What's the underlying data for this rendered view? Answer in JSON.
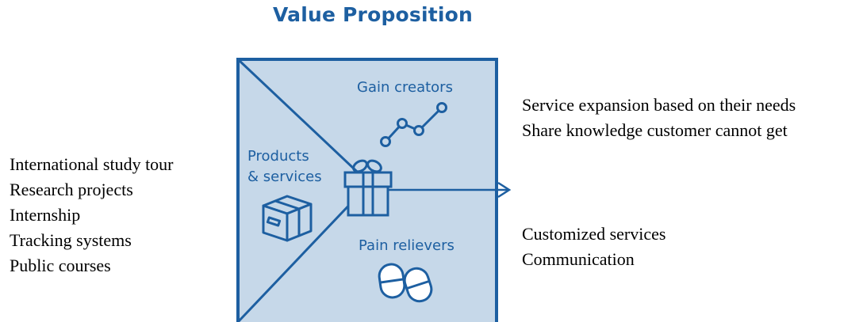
{
  "title": "Value Proposition",
  "canvas": {
    "gain_creators_label": "Gain creators",
    "products_services_label_line1": "Products",
    "products_services_label_line2": "& services",
    "pain_relievers_label": "Pain relievers"
  },
  "products_and_services": [
    "International study tour",
    "Research projects",
    "Internship",
    "Tracking systems",
    "Public courses"
  ],
  "gain_creators": [
    "Service expansion based on their needs",
    "Share knowledge customer cannot get"
  ],
  "pain_relievers": [
    "Customized services",
    "Communication"
  ],
  "colors": {
    "brand_blue": "#1d5fa1",
    "square_fill": "#c6d8e9"
  },
  "icons": [
    "box-icon",
    "gift-icon",
    "chart-line-icon",
    "pills-icon",
    "arrow-right-icon"
  ]
}
